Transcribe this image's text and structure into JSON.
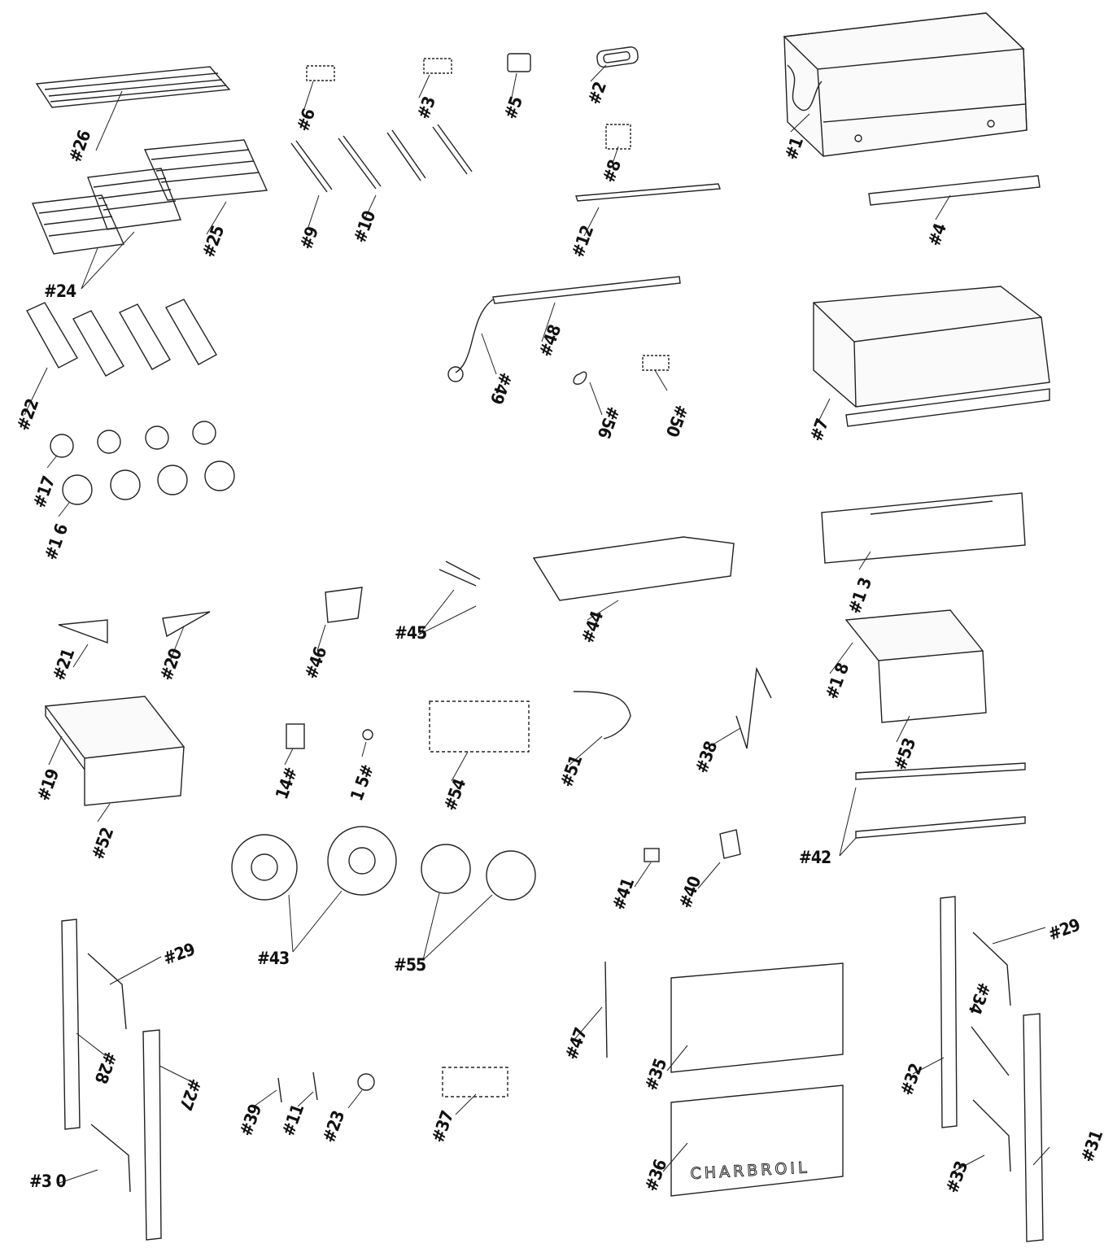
{
  "labels": {
    "p1": "#1",
    "p2": "#2",
    "p3": "#3",
    "p4": "#4",
    "p5": "#5",
    "p6": "#6",
    "p7": "#7",
    "p8": "#8",
    "p9": "#9",
    "p10": "#10",
    "p11": "#11",
    "p12": "#12",
    "p13": "#1 3",
    "p14": "14#",
    "p15": "1 5#",
    "p16": "#1 6",
    "p17": "#17",
    "p18": "#1 8",
    "p19": "#19",
    "p20": "#20",
    "p21": "#21",
    "p22": "#22",
    "p23": "#23",
    "p24": "#24",
    "p25": "#25",
    "p26": "#26",
    "p27": "#27",
    "p28": "#28",
    "p29a": "#29",
    "p29b": "#29",
    "p30": "#3 0",
    "p31": "#31",
    "p32": "#32",
    "p33": "#33",
    "p34": "#34",
    "p35": "#35",
    "p36": "#36",
    "p37": "#37",
    "p38": "#38",
    "p39": "#39",
    "p40": "#40",
    "p41": "#41",
    "p42": "#42",
    "p43": "#43",
    "p44": "#44",
    "p45": "#45",
    "p46": "#46",
    "p47": "#47",
    "p48": "#48",
    "p49": "#49",
    "p50": "#50",
    "p51": "#51",
    "p52": "#52",
    "p53": "#53",
    "p54": "#54",
    "p55": "#55",
    "p56": "#56"
  },
  "brand_text": "CHARBROIL"
}
